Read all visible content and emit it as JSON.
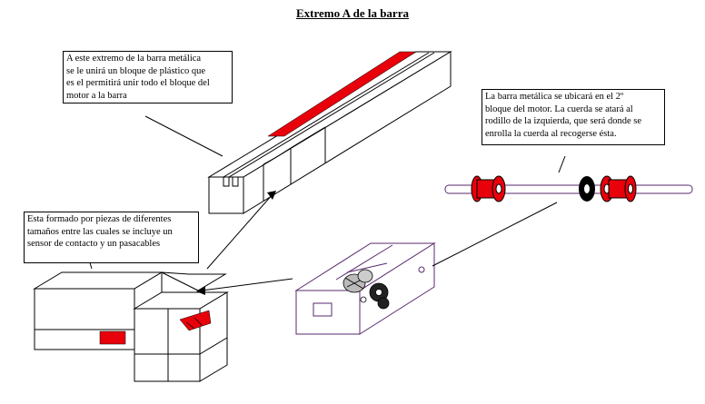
{
  "title": "Extremo A de la barra",
  "notes": {
    "bar_end": "A este extremo de la barra metálica\nse le unirá un bloque de plástico que\nes el permitirá unir todo el bloque del\nmotor a la barra",
    "motor_bar": "La barra metálica se ubicará en el 2º\nbloque del motor. La cuerda se atará al\nrodillo de la izquierda, que será donde se\nenrolla la cuerda al recogerse ésta.",
    "pieces": "Esta formado por piezas de diferentes\ntamaños entre las cuales se incluye un\nsensor de contacto y un pasacables"
  },
  "colors": {
    "accent_red": "#e8000b",
    "outline": "#000000",
    "motor_outline": "#5a2a6e"
  }
}
